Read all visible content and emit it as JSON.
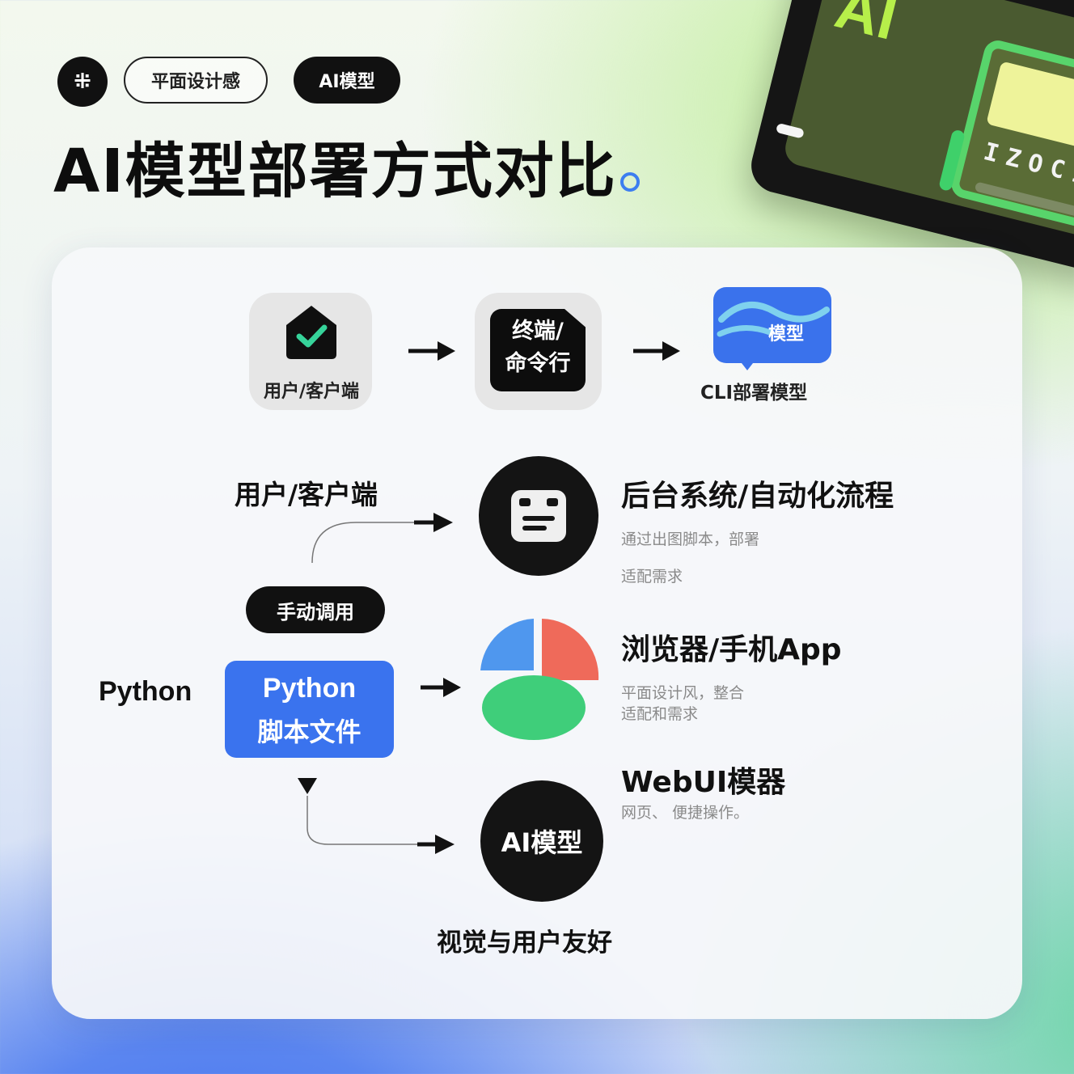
{
  "header": {
    "logo_glyph": "⁜",
    "tag_outline": "平面设计感",
    "tag_dark": "AI模型",
    "title": "AI模型部署方式对比"
  },
  "device": {
    "screen_text": "AI",
    "code_text": "IZOCI"
  },
  "flow_top": {
    "user_label": "用户/客户端",
    "terminal_line1": "终端/",
    "terminal_line2": "命令行",
    "model_bubble": "模型",
    "cli_label": "CLI部署模型"
  },
  "flow_main": {
    "user_label": "用户/客户端",
    "manual_pill": "手动调用",
    "python_side_label": "Python",
    "python_box_line1": "Python",
    "python_box_line2": "脚本文件",
    "model_circle": "AI模型",
    "footer": "视觉与用户友好"
  },
  "options": [
    {
      "title": "后台系统/自动化流程",
      "desc1": "通过出图脚本，部署",
      "desc2": "适配需求"
    },
    {
      "title": "浏览器/手机App",
      "desc1": "平面设计风，整合",
      "desc2": "适配和需求"
    },
    {
      "title": "WebUI模器",
      "desc1": "网页、 便捷操作。"
    }
  ],
  "colors": {
    "accent_blue": "#3a73ee",
    "accent_green": "#3fce7a",
    "accent_red": "#ef6a5a",
    "ink": "#111111"
  },
  "icons": [
    "shield-check-icon",
    "robot-face-icon",
    "pie-chart-icon",
    "speech-bubble-icon"
  ]
}
